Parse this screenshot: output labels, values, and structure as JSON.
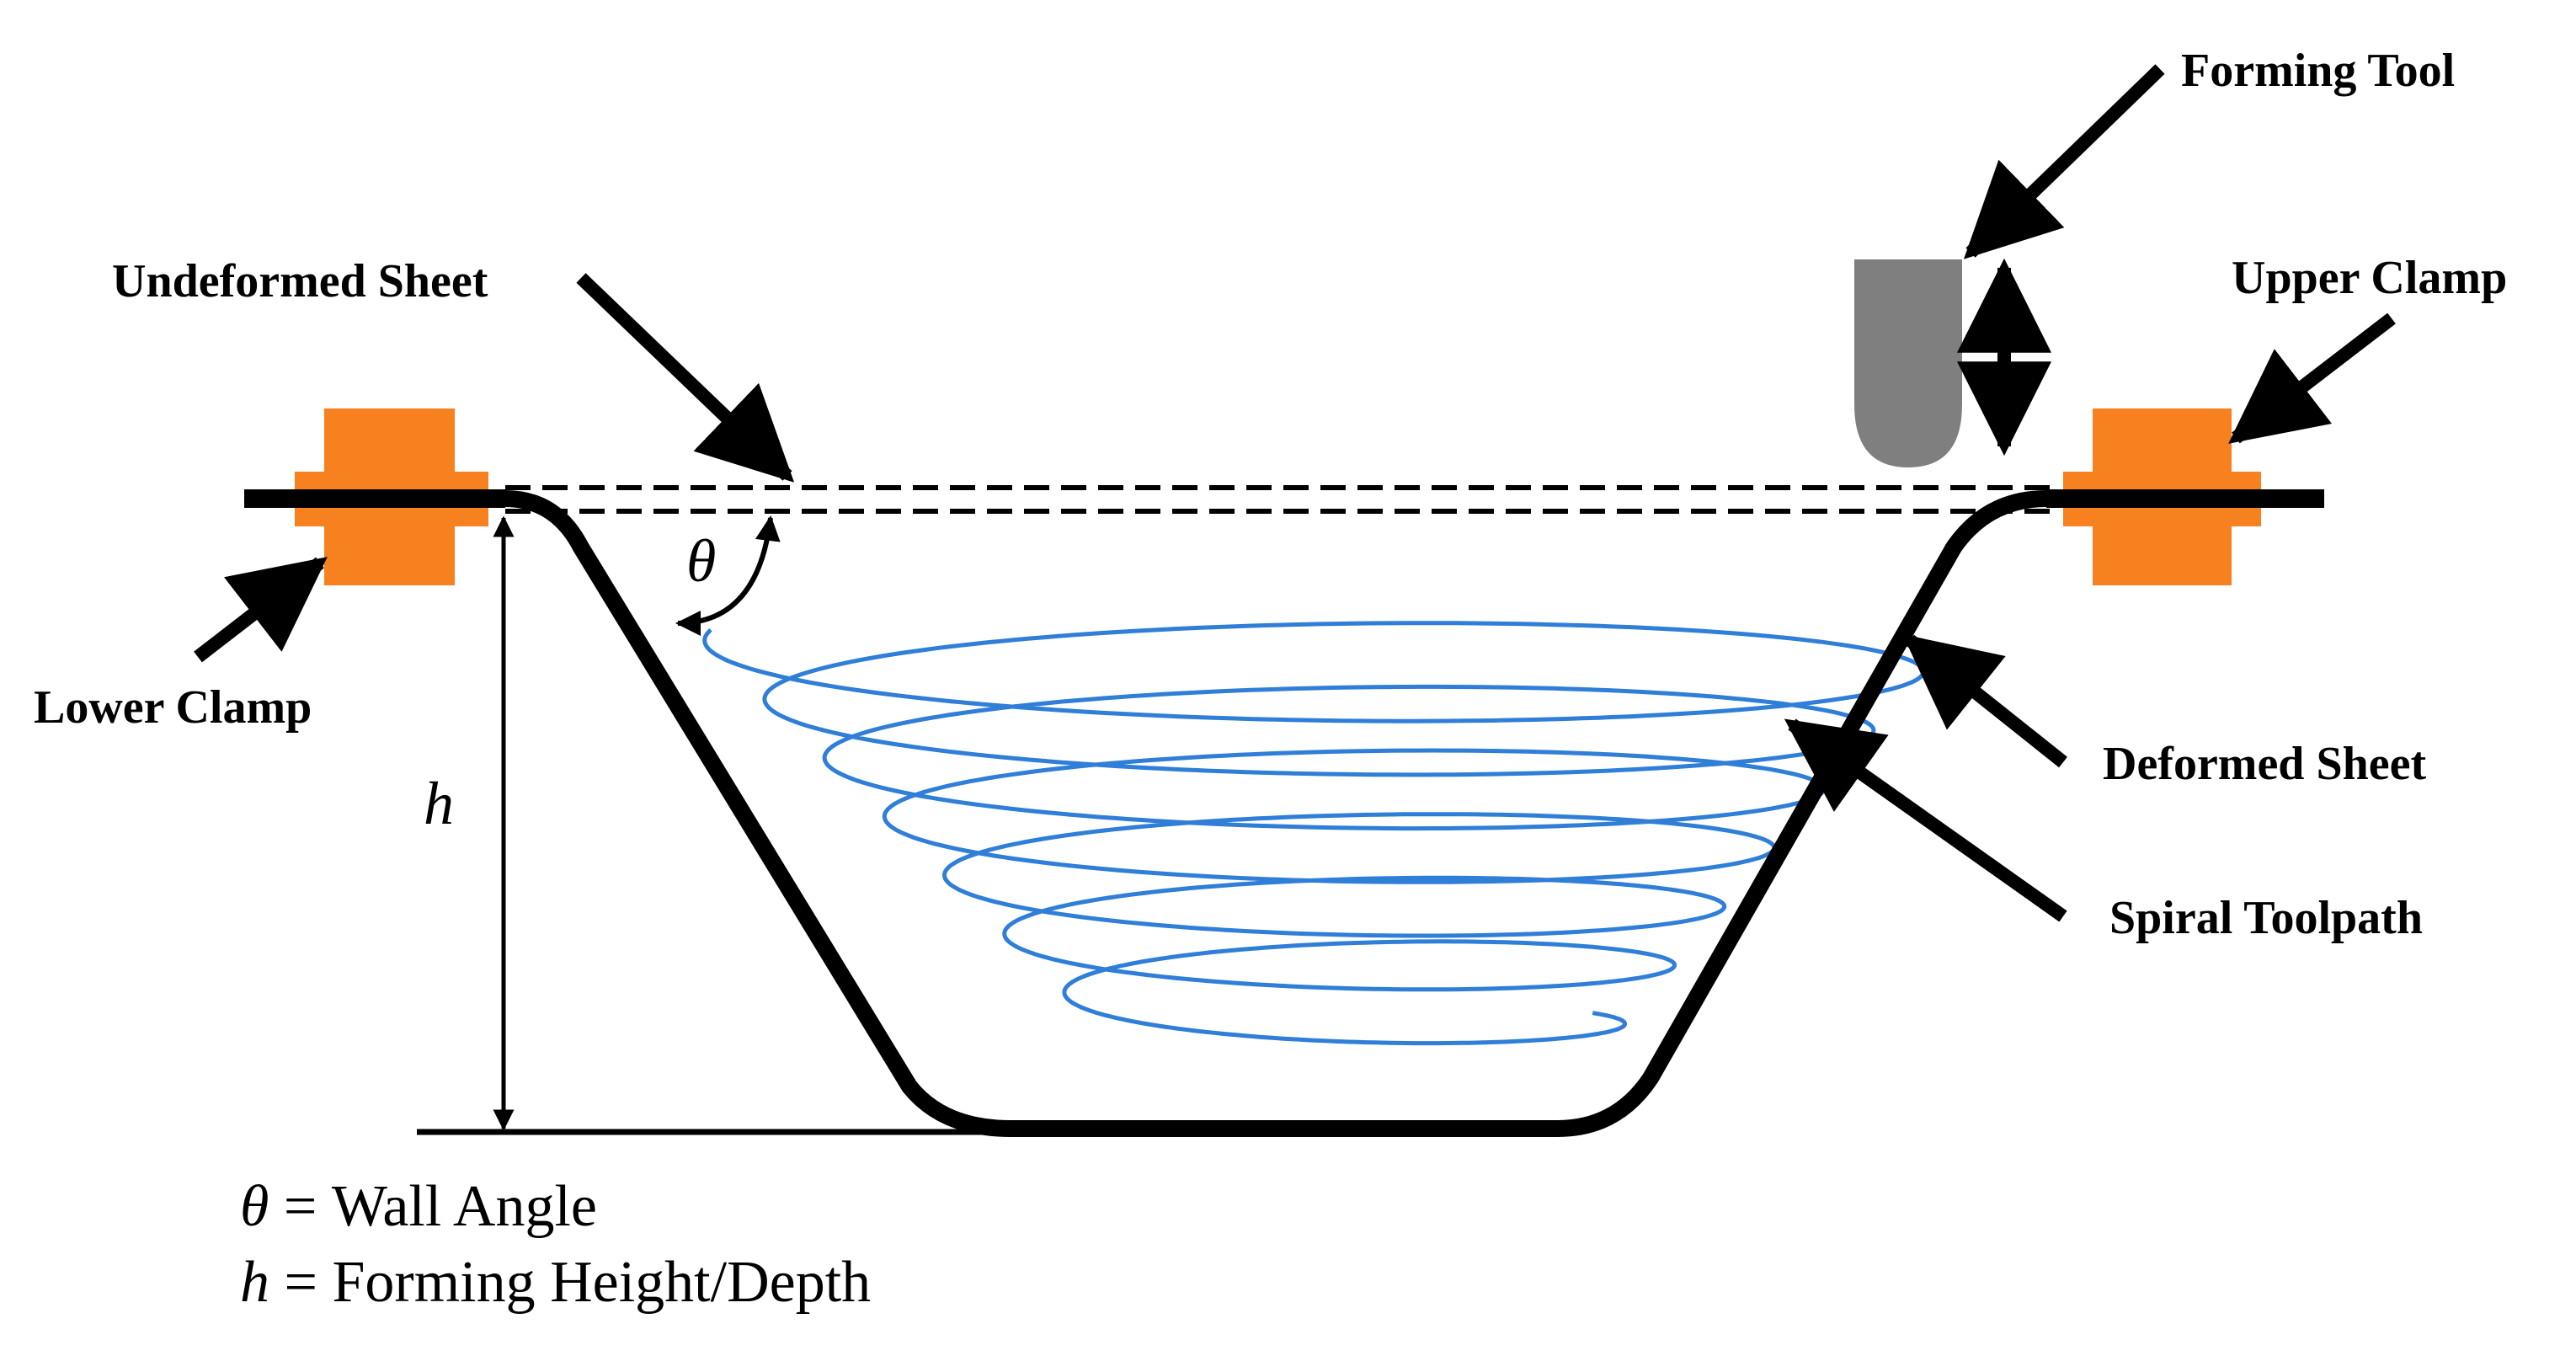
{
  "labels": {
    "forming_tool": "Forming Tool",
    "undeformed_sheet": "Undeformed Sheet",
    "upper_clamp": "Upper Clamp",
    "lower_clamp": "Lower Clamp",
    "deformed_sheet": "Deformed Sheet",
    "spiral_toolpath": "Spiral Toolpath"
  },
  "symbols": {
    "theta": "θ",
    "height": "h"
  },
  "legend": [
    {
      "symbol": "θ",
      "text": " = Wall Angle"
    },
    {
      "symbol": "h",
      "text": " = Forming Height/Depth"
    }
  ],
  "colors": {
    "clamp": "#F7801F",
    "tool": "#7F7F7F",
    "toolpath": "#2F7ED8",
    "sheet": "#000000"
  }
}
